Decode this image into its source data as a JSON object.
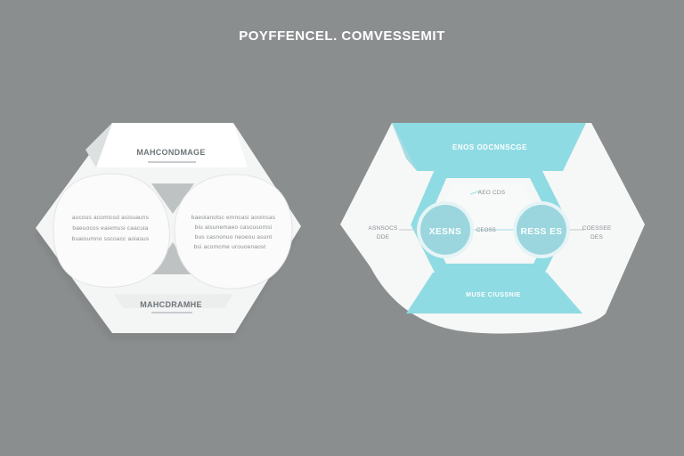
{
  "title": "POYFFENCEL. COMVESSEMIT",
  "left_diagram": {
    "top_label": "MAHCONDMAGE",
    "bottom_label": "MAHCDRAMHE",
    "left_text": [
      "aucous acomicsd asisuauns",
      "baeuocos eaiemusi caacuia",
      "buaioumno sscoacc aoiasus"
    ],
    "right_text": [
      "baeoianotsc emncasi aooinsas",
      "biu aisunemaeo cascusomsi",
      "bus casnonuo neoeou asunt",
      "bsi acomcme urouoenaost"
    ]
  },
  "right_diagram": {
    "top_label": "ENOS ODCNNSCGE",
    "bottom_label": "MUSE CIUSSNIE",
    "pointer_label": "AEO CDS",
    "circle_left": "XESNS",
    "circle_right": "RESS ES",
    "mid_label": "CEOSS",
    "left_side": [
      "ASNSOCS",
      "DDE"
    ],
    "right_side": [
      "COESSEE",
      "DES"
    ]
  },
  "colors": {
    "background": "#8b8e8f",
    "panel": "#f6f7f7",
    "accent": "#8fdbe3",
    "accent_dark": "#76c9d3",
    "circle": "#9bd6de"
  }
}
